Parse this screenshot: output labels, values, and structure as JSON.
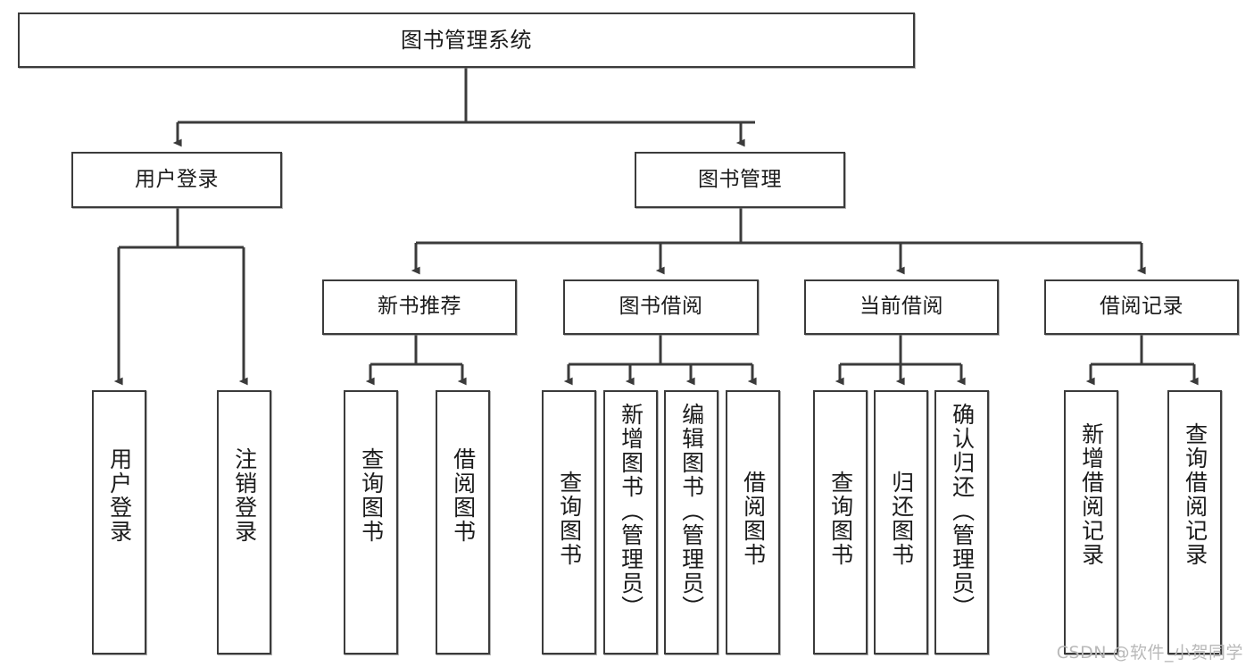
{
  "diagram": {
    "title": "图书管理系统",
    "type": "tree-hierarchy",
    "colors": {
      "stroke": "#3b3b3b",
      "fill": "#ffffff",
      "text": "#1b1b1b",
      "watermark": "#b9b9b9"
    },
    "nodes": {
      "root": {
        "label": "图书管理系统"
      },
      "level2": [
        {
          "id": "user-login",
          "label": "用户登录"
        },
        {
          "id": "book-manage",
          "label": "图书管理"
        }
      ],
      "level3": [
        {
          "id": "new-book-recommend",
          "label": "新书推荐"
        },
        {
          "id": "book-borrow",
          "label": "图书借阅"
        },
        {
          "id": "current-borrow",
          "label": "当前借阅"
        },
        {
          "id": "borrow-record",
          "label": "借阅记录"
        }
      ],
      "leaves": {
        "user_login": [
          {
            "id": "leaf-user-login",
            "label": "用户登录"
          },
          {
            "id": "leaf-logout",
            "label": "注销登录"
          }
        ],
        "new_book_recommend": [
          {
            "id": "leaf-query-book-1",
            "label": "查询图书"
          },
          {
            "id": "leaf-borrow-book-1",
            "label": "借阅图书"
          }
        ],
        "book_borrow": [
          {
            "id": "leaf-query-book-2",
            "label": "查询图书"
          },
          {
            "id": "leaf-add-book",
            "label": "新增图书（管理员）"
          },
          {
            "id": "leaf-edit-book",
            "label": "编辑图书（管理员）"
          },
          {
            "id": "leaf-borrow-book-2",
            "label": "借阅图书"
          }
        ],
        "current_borrow": [
          {
            "id": "leaf-query-book-3",
            "label": "查询图书"
          },
          {
            "id": "leaf-return-book",
            "label": "归还图书"
          },
          {
            "id": "leaf-confirm-return",
            "label": "确认归还（管理员）"
          }
        ],
        "borrow_record": [
          {
            "id": "leaf-add-record",
            "label": "新增借阅记录"
          },
          {
            "id": "leaf-query-record",
            "label": "查询借阅记录"
          }
        ]
      }
    },
    "watermark": "CSDN @软件_小贺同学"
  }
}
